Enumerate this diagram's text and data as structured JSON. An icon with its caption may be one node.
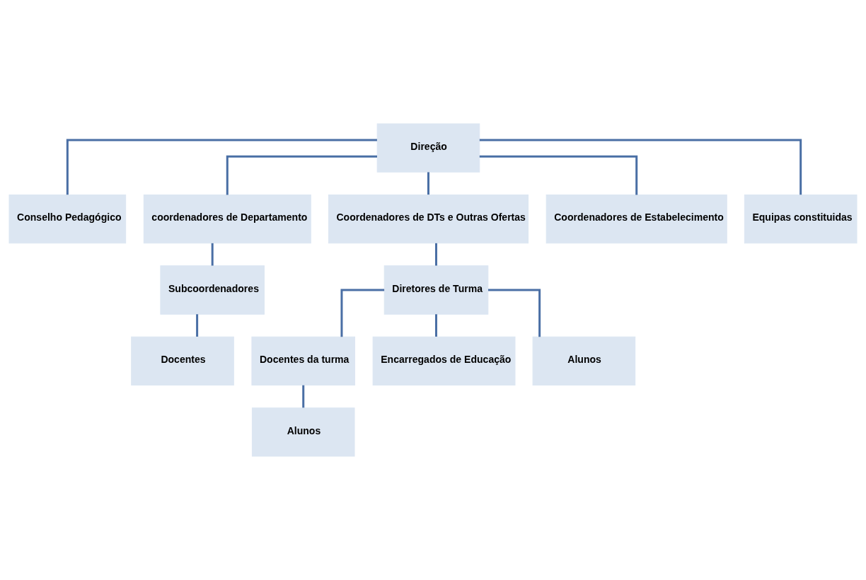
{
  "diagram": {
    "nodes": [
      {
        "text": [
          "Direção"
        ]
      },
      {
        "text": [
          "Conselho Pedagógico"
        ]
      },
      {
        "text": [
          "coordenadores de Departamento"
        ]
      },
      {
        "text": [
          "Coordenadores de DTs e Outras Ofertas"
        ]
      },
      {
        "text": [
          "Coordenadores de Estabelecimento"
        ]
      },
      {
        "text": [
          "Equipas constituidas"
        ]
      },
      {
        "text": [
          "Subcoordenadores"
        ]
      },
      {
        "text": [
          "Docentes"
        ]
      },
      {
        "text": [
          "Diretores de Turma"
        ]
      },
      {
        "text": [
          "Docentes da turma"
        ]
      },
      {
        "text": [
          "Encarregados de Educação"
        ]
      },
      {
        "text": [
          "Alunos"
        ]
      },
      {
        "text": [
          "Alunos"
        ]
      }
    ],
    "edges": [
      {
        "from": 0,
        "to": 1,
        "arrow": "none"
      },
      {
        "from": 0,
        "to": 2,
        "arrow": "none"
      },
      {
        "from": 0,
        "to": 3,
        "arrow": "none"
      },
      {
        "from": 0,
        "to": 4,
        "arrow": "none"
      },
      {
        "from": 0,
        "to": 5,
        "arrow": "none"
      },
      {
        "from": 2,
        "to": 6,
        "arrow": "none"
      },
      {
        "from": 6,
        "to": 7,
        "arrow": "none"
      },
      {
        "from": 3,
        "to": 8,
        "arrow": "none"
      },
      {
        "from": 8,
        "to": 9,
        "arrow": "none"
      },
      {
        "from": 8,
        "to": 10,
        "arrow": "none"
      },
      {
        "from": 8,
        "to": 11,
        "arrow": "none"
      },
      {
        "from": 9,
        "to": 12,
        "arrow": "none"
      }
    ]
  }
}
